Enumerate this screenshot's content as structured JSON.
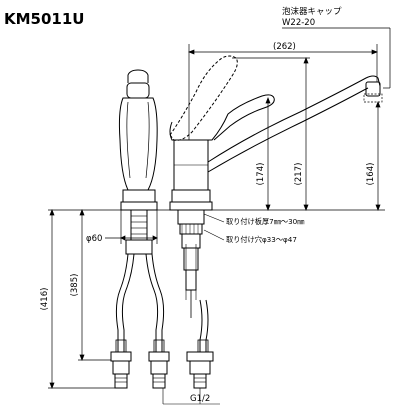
{
  "model_number": "KM5011U",
  "aerator": {
    "name": "泡沫器キャップ",
    "thread": "W22-20"
  },
  "dimensions": {
    "spout_reach": "(262)",
    "total_height": "(217)",
    "body_height": "(174)",
    "spout_height": "(164)",
    "base_diameter": "φ60",
    "overall_length": "(416)",
    "under_counter_length": "(385)",
    "connection_thread": "G1/2"
  },
  "mounting": {
    "counter_thickness": "取り付け板厚7㎜～30㎜",
    "hole_diameter": "取り付け穴φ33～φ47"
  },
  "colors": {
    "line": "#000000",
    "dashed": "#000000"
  }
}
